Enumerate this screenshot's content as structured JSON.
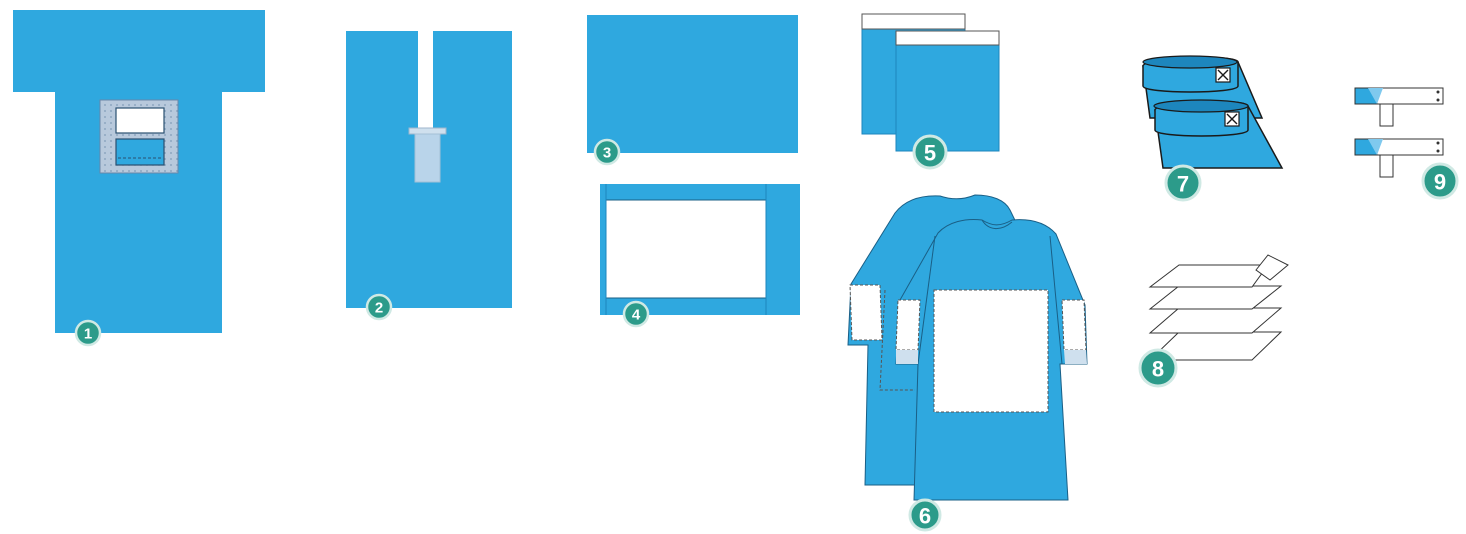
{
  "colors": {
    "drape": "#2fa8df",
    "drape_dark": "#1d86bd",
    "outline": "#1a5f86",
    "badge": "#2c9b8a",
    "badge_ring": "#cfe9e4",
    "white": "#ffffff"
  },
  "items": [
    {
      "label": "1"
    },
    {
      "label": "2"
    },
    {
      "label": "3"
    },
    {
      "label": "4"
    },
    {
      "label": "5"
    },
    {
      "label": "6"
    },
    {
      "label": "7"
    },
    {
      "label": "8"
    },
    {
      "label": "9"
    }
  ]
}
